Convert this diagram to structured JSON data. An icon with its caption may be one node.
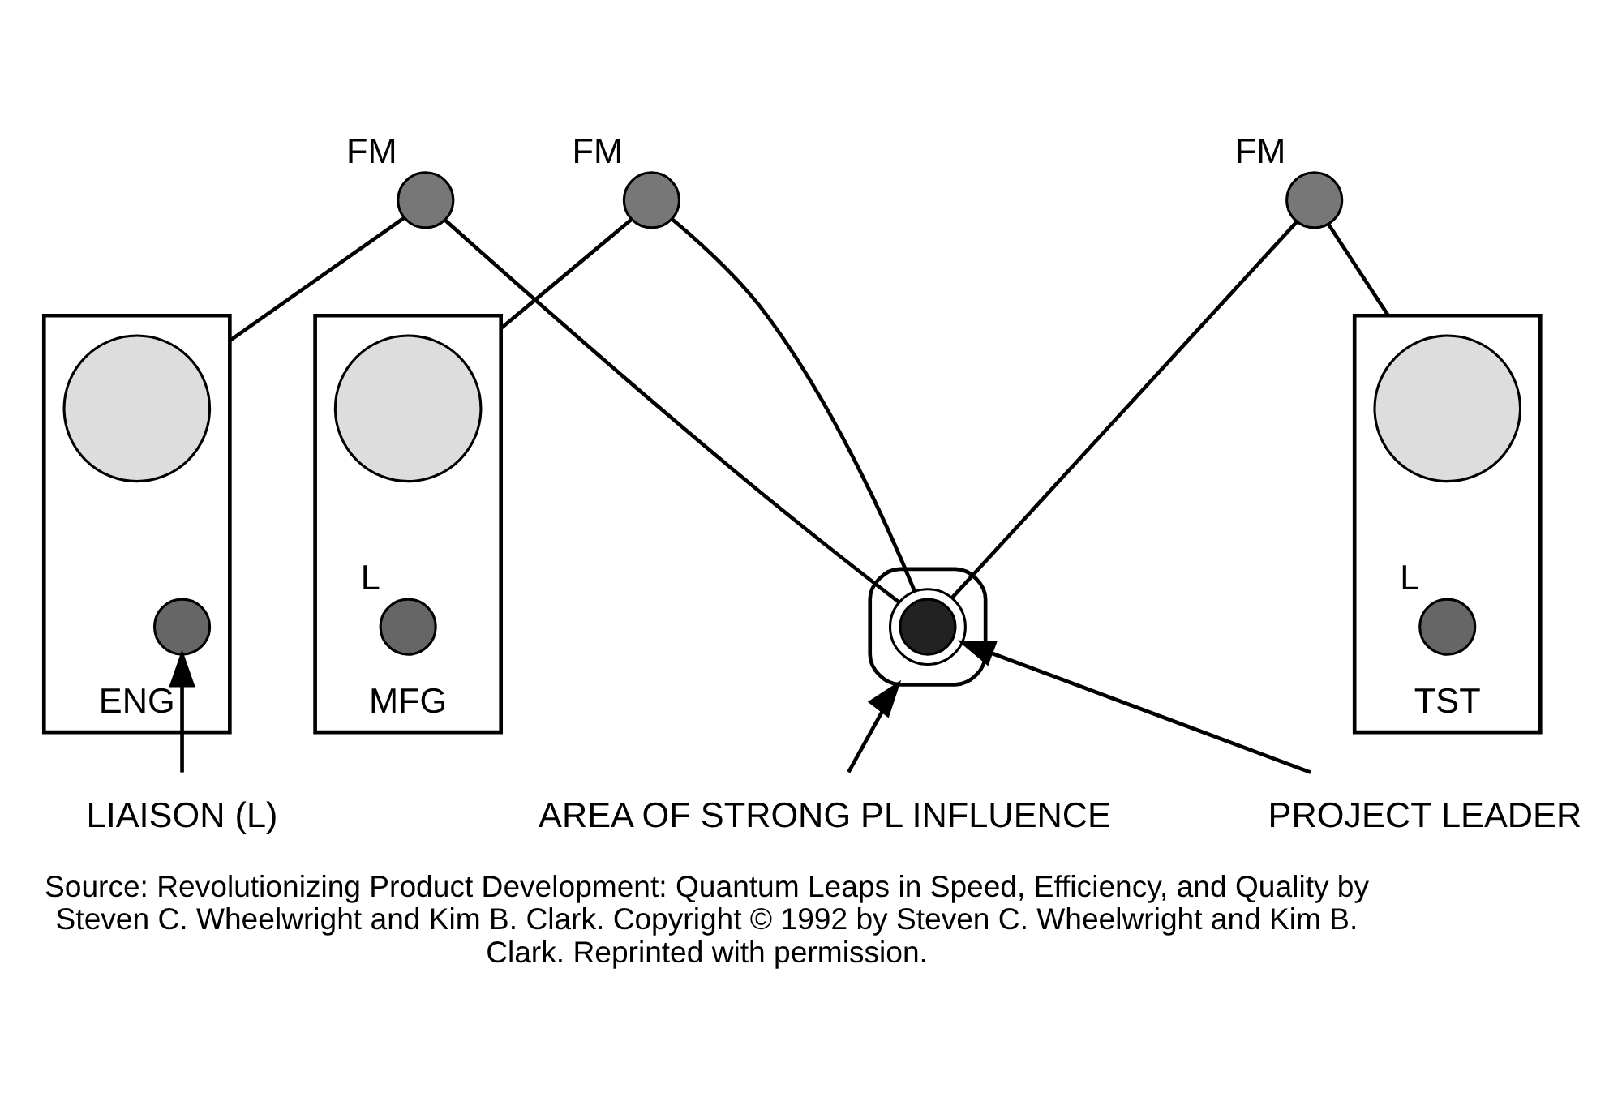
{
  "diagram": {
    "caption": "Source: Revolutionizing Product Development: Quantum Leaps in Speed, Efficiency, and Quality by Steven C. Wheelwright and Kim B. Clark. Copyright © 1992 by Steven C. Wheelwright and Kim B. Clark. Reprinted with permission.",
    "nodes": [
      {
        "text": [],
        "shape": "circle",
        "beside": [
          "FM"
        ]
      },
      {
        "text": [],
        "shape": "circle",
        "beside": [
          "FM"
        ]
      },
      {
        "text": [],
        "shape": "circle",
        "beside": [
          "FM"
        ]
      },
      {
        "text": [
          "ENG"
        ]
      },
      {
        "text": [],
        "shape": "circle",
        "in": 3
      },
      {
        "text": [],
        "shape": "circle",
        "in": 3
      },
      {
        "text": [
          "MFG"
        ]
      },
      {
        "text": [],
        "shape": "circle",
        "in": 6
      },
      {
        "text": [],
        "shape": "circle",
        "in": 6,
        "beside": [
          "L"
        ]
      },
      {
        "text": [
          "TST"
        ]
      },
      {
        "text": [],
        "shape": "circle",
        "in": 9
      },
      {
        "text": [],
        "shape": "circle",
        "in": 9,
        "beside": [
          "L"
        ]
      },
      {
        "text": [],
        "shape": "ellipse"
      },
      {
        "text": [],
        "shape": "circle",
        "in": 12
      },
      {
        "text": [
          "PROJECT LEADER"
        ]
      },
      {
        "text": [
          "LIAISON (L)"
        ]
      },
      {
        "text": [
          "AREA OF STRONG PL INFLUENCE"
        ]
      }
    ],
    "edges": [
      {
        "from": 13,
        "to": 0,
        "arrow": "none"
      },
      {
        "from": 13,
        "to": 1,
        "arrow": "none"
      },
      {
        "from": 13,
        "to": 2,
        "arrow": "none"
      },
      {
        "from": 0,
        "to": 3,
        "arrow": "none"
      },
      {
        "from": 1,
        "to": 6,
        "arrow": "none"
      },
      {
        "from": 2,
        "to": 9,
        "arrow": "none"
      },
      {
        "from": 14,
        "to": 13,
        "arrow": "to"
      },
      {
        "from": 15,
        "to": 5,
        "arrow": "to"
      },
      {
        "from": 16,
        "to": 12,
        "arrow": "to"
      }
    ]
  }
}
